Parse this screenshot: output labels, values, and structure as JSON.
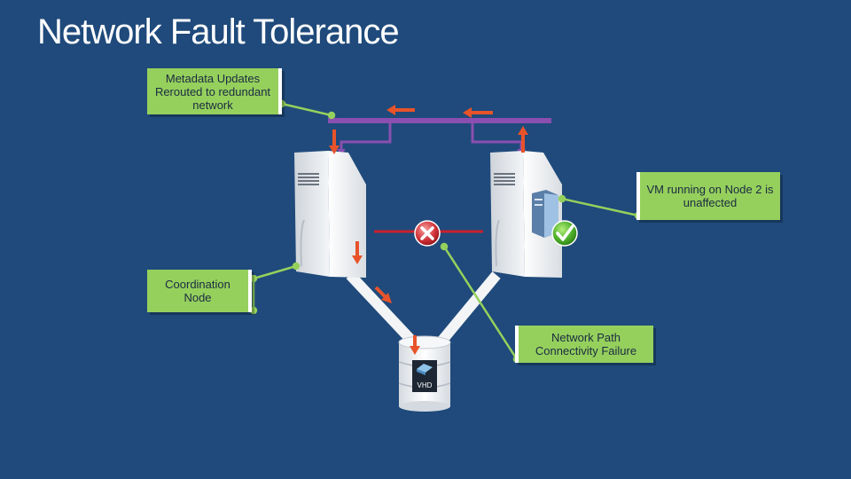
{
  "title": "Network Fault Tolerance",
  "callouts": {
    "metadata": "Metadata Updates Rerouted to redundant network",
    "vm": "VM running on Node 2 is unaffected",
    "coordination": "Coordination Node",
    "network_failure": "Network Path Connectivity Failure"
  },
  "storage": {
    "label": "VHD"
  },
  "colors": {
    "background": "#1f4a7b",
    "callout": "#95d05d",
    "redundant_network": "#8a4fb0",
    "failed_link": "#c8202e",
    "arrow": "#e8532a",
    "status_ok": "#4caf2a"
  },
  "icons": [
    "server-node-1",
    "server-node-2",
    "vm-icon",
    "checkmark-icon",
    "error-x-icon",
    "disk-stack-icon"
  ]
}
